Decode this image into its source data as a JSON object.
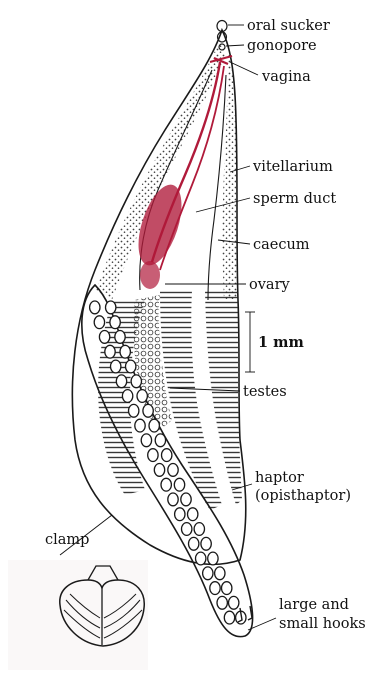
{
  "labels": {
    "oral_sucker": "oral sucker",
    "gonopore": "gonopore",
    "vagina": "vagina",
    "vitellarium": "vitellarium",
    "sperm_duct": "sperm duct",
    "caecum": "caecum",
    "ovary": "ovary",
    "scale_bar": "1 mm",
    "testes": "testes",
    "haptor_line1": "haptor",
    "haptor_line2": "(opisthaptor)",
    "clamp": "clamp",
    "hooks_line1": "large and",
    "hooks_line2": "small hooks"
  },
  "colors": {
    "ink": "#1a1a1a",
    "reproductive_red": "#b01a3a",
    "paper": "#ffffff",
    "label_text": "#111111"
  }
}
